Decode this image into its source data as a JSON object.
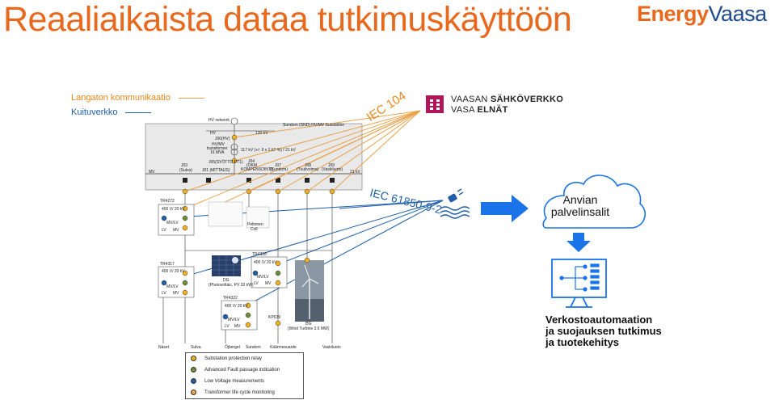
{
  "slide": {
    "title": "Reaaliaikaista dataa tutkimuskäyttöön",
    "logo_energy": "Energy",
    "logo_vaasa": "Vaasa"
  },
  "legend": {
    "wireless": "Langaton kommunikaatio",
    "fiber": "Kuituverkko"
  },
  "vsv": {
    "line1_prefix": "VAASAN",
    "line1_bold": "SÄHKÖVERKKO",
    "line2_prefix": "VASA",
    "line2_bold": "ELNÄT"
  },
  "protocols": {
    "iec104": "IEC 104",
    "iec61850": "IEC 61850-9-2"
  },
  "cloud": {
    "line1": "Anvian",
    "line2": "palvelinsalit"
  },
  "automation": {
    "line1": "Verkostoautomaation",
    "line2": "ja suojauksen tutkimus",
    "line3": "ja tuotekehitys"
  },
  "diagram": {
    "hv_network": "HV network",
    "hv": "HV",
    "j00": "J00(HV)",
    "kv120": "120 kV",
    "substation": "Sundom (SND) HV/MV Substation",
    "transformer": "HV/MV",
    "transformer2": "transformer",
    "transformer3": "16 MVA",
    "ratio": "117 kV (+/- 9 x 1.67 %) / 21 kV",
    "j05": "J05(SYÖTTÖ PT1)",
    "j03": "J03",
    "j03b": "(Sulva)",
    "j01": "J01 (MITTAUS)",
    "j04": "J04",
    "j04b": "(OKM",
    "j04c": "KOMPENSOINTI)",
    "j07": "J07",
    "j07b": "(Sundom)",
    "j08": "J08",
    "j08b": "(Tuulivoima)",
    "j09": "J09",
    "j09b": "(Vaskiluoto)",
    "mv": "MV",
    "kv21": "21 kV",
    "tr4272": "TR4272",
    "tr4317": "TR4317",
    "tr4318": "TR4318",
    "tr4322": "TR4322",
    "kv400": "400 V/ 20 kV",
    "mvlv": "MV/LV",
    "lv": "LV",
    "mvs": "MV",
    "petrelius": "Peltonen",
    "petrelius2": "Coll",
    "dg_pv": "DG",
    "dg_pv2": "(Photovoltaic, PV 33 kW)",
    "dg_wt": "DG",
    "dg_wt2": "(Wind Turbine 3.6 MW)",
    "kp639": "KP639",
    "nasel": "Näset",
    "sulva": "Sulva",
    "ojbergel": "Öjbergel",
    "sundom": "Sundom",
    "kaarmesuarde": "Käärmesuarde",
    "vaskiluoto": "Vaskiluoto"
  },
  "bottom_legend": {
    "item1": "Substation protection relay",
    "item2": "Advanced Fault passage indication",
    "item3": "Low Voltage measurements",
    "item4": "Transformer life cycle monitoring"
  },
  "colors": {
    "accent_orange": "#e8681d",
    "wireless": "#e8a24a",
    "fiber": "#1f5fa8",
    "vsv_magenta": "#b0175b",
    "arrow_blue": "#1a73e8"
  }
}
